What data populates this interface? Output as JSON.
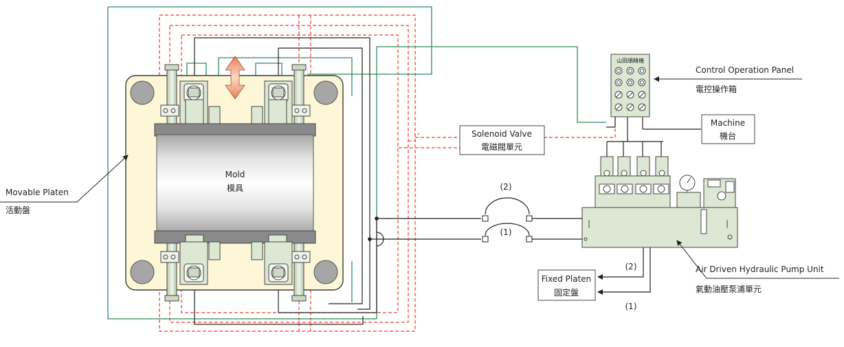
{
  "labels": {
    "movable_platen_en": "Movable Platen",
    "movable_platen_zh": "活動盤",
    "mold_en": "Mold",
    "mold_zh": "模具",
    "solenoid_en": "Solenoid Valve",
    "solenoid_zh": "電磁閥單元",
    "control_panel_en": "Control Operation Panel",
    "control_panel_zh": "電控操作箱",
    "panel_brand": "山田順精機",
    "machine_en": "Machine",
    "machine_zh": "機台",
    "pump_en": "Air Driven Hydraulic Pump Unit",
    "pump_zh": "氣動油壓泵浦單元",
    "fixed_platen_en": "Fixed Platen",
    "fixed_platen_zh": "固定盤",
    "line_2": "(2)",
    "line_1": "(1)",
    "fixed_line_2": "(2)",
    "fixed_line_1": "(1)"
  },
  "colors": {
    "platen_fill": "#fdf7d8",
    "platen_stroke": "#3a3a3a",
    "component_fill": "#dde8d4",
    "mold_gray": "#c9c9c9",
    "green_line": "#2e8b57",
    "red_dash": "#e8412a",
    "arrow_orange": "#f0a07a"
  }
}
